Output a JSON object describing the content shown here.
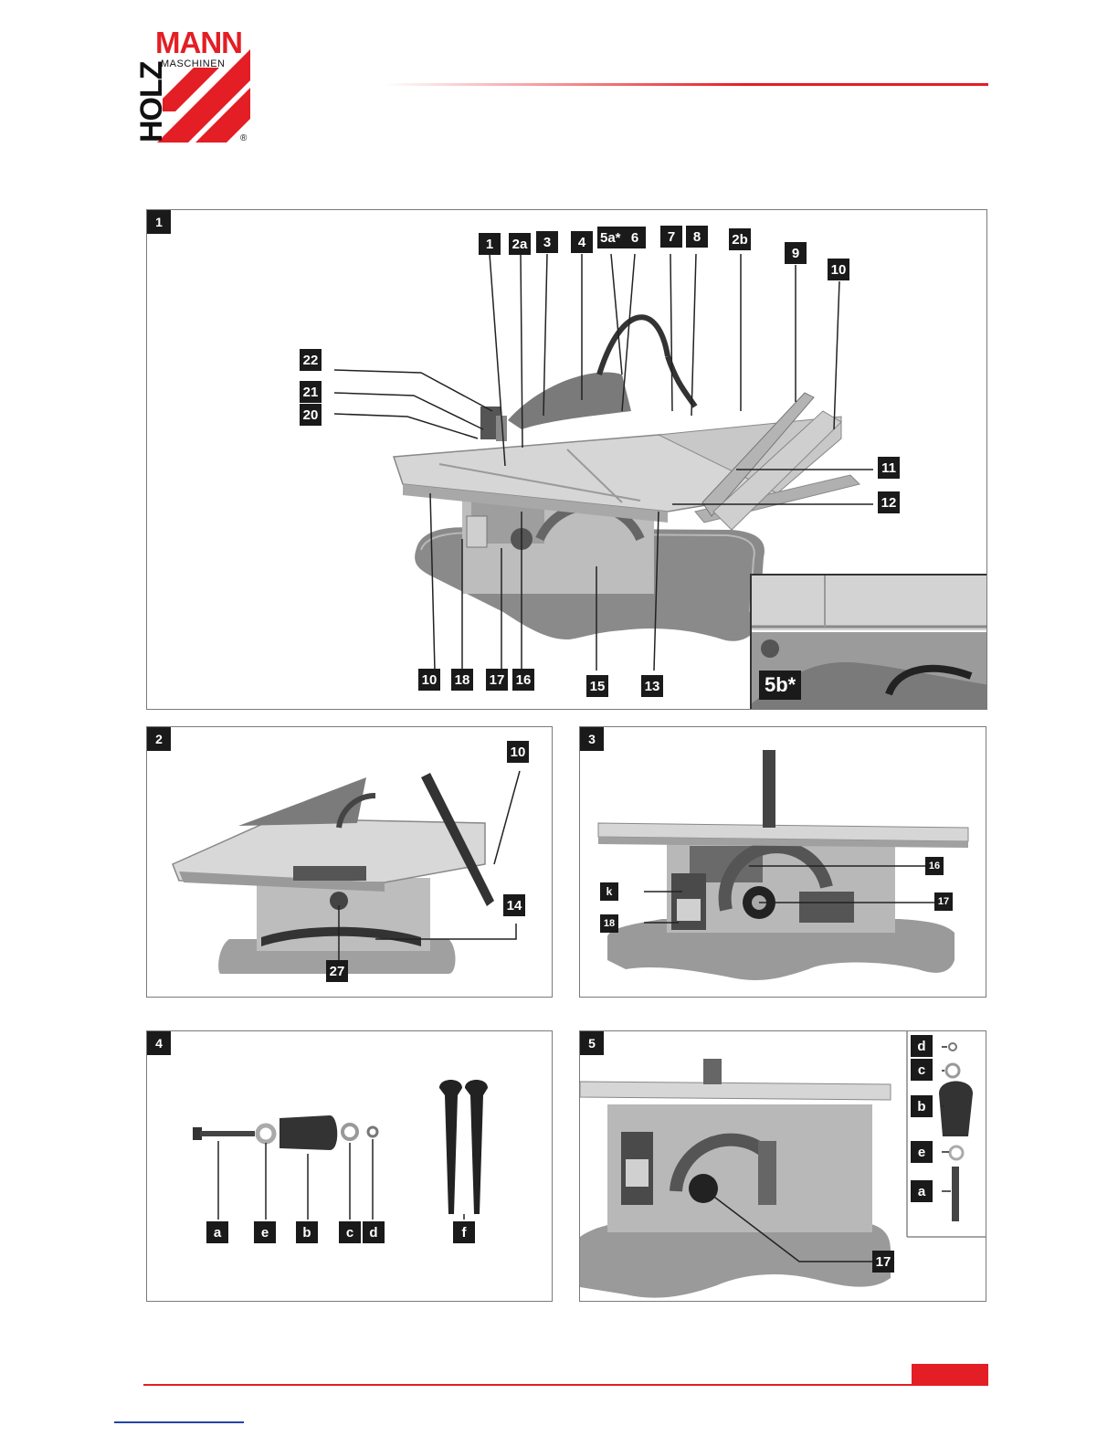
{
  "brand": {
    "name_top": "MANN",
    "name_side": "HOLZ",
    "subtitle": "MASCHINEN",
    "registered": "®",
    "accent_color": "#e31e24"
  },
  "figures": [
    {
      "number": "1",
      "callouts": [
        "1",
        "2a",
        "3",
        "4",
        "5a*",
        "6",
        "7",
        "8",
        "2b",
        "9",
        "10",
        "22",
        "21",
        "20",
        "11",
        "12",
        "10",
        "18",
        "17",
        "16",
        "15",
        "13"
      ],
      "inset_callout": "5b*"
    },
    {
      "number": "2",
      "callouts": [
        "10",
        "14",
        "27"
      ]
    },
    {
      "number": "3",
      "callouts": [
        "16",
        "k",
        "17",
        "18"
      ]
    },
    {
      "number": "4",
      "callouts": [
        "a",
        "e",
        "b",
        "c",
        "d",
        "f"
      ]
    },
    {
      "number": "5",
      "callouts": [
        "d",
        "c",
        "b",
        "e",
        "a",
        "17"
      ]
    }
  ]
}
